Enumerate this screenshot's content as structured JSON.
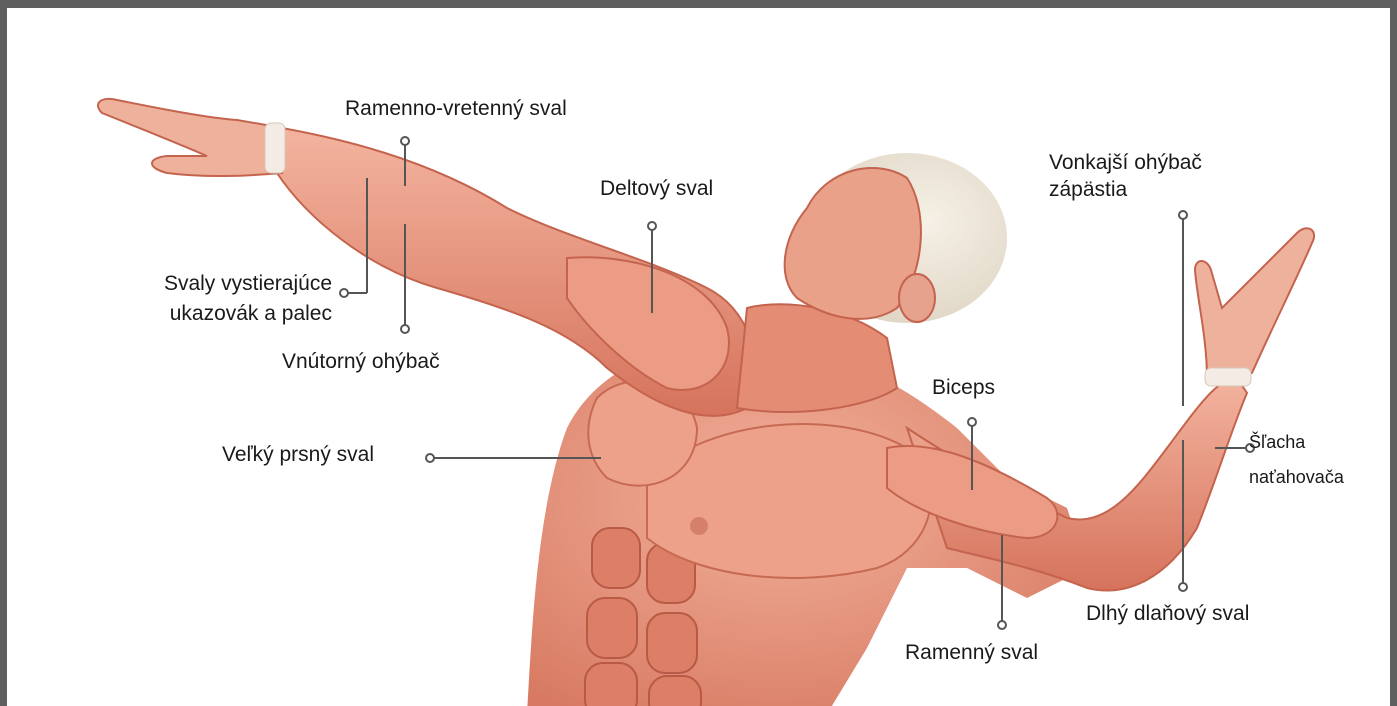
{
  "labels": {
    "brachioradialis": "Ramenno-vretenný sval",
    "deltoid": "Deltový sval",
    "flexor_carpi_ulnaris_line1": "Vonkajší ohýbač",
    "flexor_carpi_ulnaris_line2": "zápästia",
    "extensors_line1": "Svaly vystierajúce",
    "extensors_line2": "ukazovák a palec",
    "flexor_inner": "Vnútorný ohýbač",
    "pectoralis": "Veľký prsný sval",
    "biceps": "Biceps",
    "tendon_line1": "Šľacha",
    "tendon_line2": "naťahovača",
    "palmaris_longus": "Dlhý dlaňový sval",
    "brachialis": "Ramenný sval"
  },
  "colors": {
    "frame": "#5f5f5f",
    "muscle_light": "#f2b3a0",
    "muscle_mid": "#e48c74",
    "muscle_dark": "#c9614b",
    "skull": "#f1ebdd",
    "tendon": "#f4ece4",
    "leader_line": "#555555"
  }
}
